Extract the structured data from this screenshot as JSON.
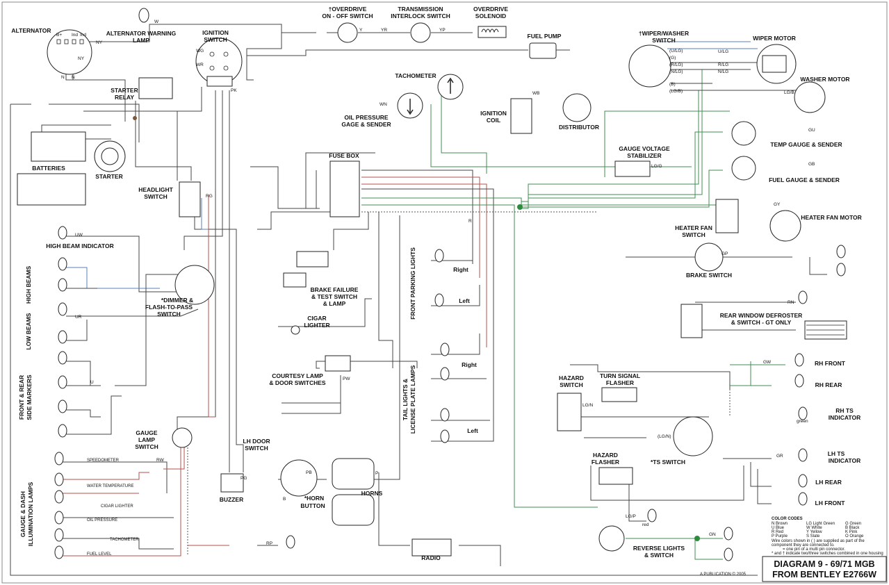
{
  "title": {
    "line1": "DIAGRAM 9 - 69/71 MGB",
    "line2": "FROM BENTLEY E2766W"
  },
  "publication": "A    PUBLICATION  © 2005",
  "components": {
    "alternator": "ALTERNATOR",
    "alt_warning_1": "ALTERNATOR WARNING",
    "alt_warning_2": "LAMP",
    "ignition_switch_1": "IGNITION",
    "ignition_switch_2": "SWITCH",
    "overdrive_switch_1": "†OVERDRIVE",
    "overdrive_switch_2": "ON - OFF SWITCH",
    "trans_interlock_1": "TRANSMISSION",
    "trans_interlock_2": "INTERLOCK SWITCH",
    "overdrive_solenoid_1": "OVERDRIVE",
    "overdrive_solenoid_2": "SOLENOID",
    "fuel_pump": "FUEL PUMP",
    "wiper_switch_1": "†WIPER/WASHER",
    "wiper_switch_2": "SWITCH",
    "wiper_motor": "WIPER MOTOR",
    "washer_motor": "WASHER MOTOR",
    "starter_relay_1": "STARTER",
    "starter_relay_2": "RELAY",
    "tachometer": "TACHOMETER",
    "oil_pressure_1": "OIL PRESSURE",
    "oil_pressure_2": "GAGE & SENDER",
    "ignition_coil_1": "IGNITION",
    "ignition_coil_2": "COIL",
    "distributor": "DISTRIBUTOR",
    "batteries": "BATTERIES",
    "starter": "STARTER",
    "fuse_box": "FUSE BOX",
    "temp_gauge": "TEMP GAUGE & SENDER",
    "gauge_stabilizer_1": "GAUGE VOLTAGE",
    "gauge_stabilizer_2": "STABILIZER",
    "fuel_gauge": "FUEL GAUGE & SENDER",
    "headlight_switch_1": "HEADLIGHT",
    "headlight_switch_2": "SWITCH",
    "heater_fan_motor": "HEATER FAN MOTOR",
    "heater_fan_switch_1": "HEATER FAN",
    "heater_fan_switch_2": "SWITCH",
    "high_beam_indicator": "HIGH BEAM INDICATOR",
    "front_parking_lights": "FRONT PARKING LIGHTS",
    "brake_switch": "BRAKE SWITCH",
    "high_beams": "HIGH BEAMS",
    "dimmer_1": "*DIMMER &",
    "dimmer_2": "FLASH-TO-PASS",
    "dimmer_3": "SWITCH",
    "brake_failure_1": "BRAKE FAILURE",
    "brake_failure_2": "& TEST SWITCH",
    "brake_failure_3": "& LAMP",
    "rear_defroster_1": "REAR WINDOW DEFROSTER",
    "rear_defroster_2": "& SWITCH - GT ONLY",
    "low_beams": "LOW BEAMS",
    "cigar_lighter_1": "CIGAR",
    "cigar_lighter_2": "LIGHTER",
    "courtesy_lamp_1": "COURTESY LAMP",
    "courtesy_lamp_2": "& DOOR SWITCHES",
    "tail_lights_1": "TAIL LIGHTS &",
    "tail_lights_2": "LICENSE PLATE LAMPS",
    "hazard_switch_1": "HAZARD",
    "hazard_switch_2": "SWITCH",
    "turn_flasher_1": "TURN SIGNAL",
    "turn_flasher_2": "FLASHER",
    "rh_front": "RH FRONT",
    "rh_rear": "RH REAR",
    "rh_ts_1": "RH TS",
    "rh_ts_2": "INDICATOR",
    "side_markers_1": "FRONT & REAR",
    "side_markers_2": "SIDE MARKERS",
    "gauge_lamp_1": "GAUGE",
    "gauge_lamp_2": "LAMP",
    "gauge_lamp_3": "SWITCH",
    "lh_door_1": "LH DOOR",
    "lh_door_2": "SWITCH",
    "ts_switch": "*TS SWITCH",
    "lh_ts_1": "LH TS",
    "lh_ts_2": "INDICATOR",
    "hazard_flasher_1": "HAZARD",
    "hazard_flasher_2": "FLASHER",
    "gauge_dash_1": "GAUGE & DASH",
    "gauge_dash_2": "ILLUMINATION LAMPS",
    "buzzer": "BUZZER",
    "horn_button_1": "*HORN",
    "horn_button_2": "BUTTON",
    "horns": "HORNS",
    "lh_rear": "LH REAR",
    "lh_front": "LH FRONT",
    "radio": "RADIO",
    "reverse_lights_1": "REVERSE LIGHTS",
    "reverse_lights_2": "& SWITCH",
    "right_1": "Right",
    "left_1": "Left",
    "right_2": "Right",
    "left_2": "Left",
    "speedometer": "SPEEDOMETER",
    "water_temp": "WATER TEMPERATURE",
    "cigar_lighter_lamp": "CIGAR LIGHTER",
    "oil_pressure_lamp": "OIL PRESSURE",
    "tachometer_lamp": "TACHOMETER",
    "fuel_level": "FUEL LEVEL"
  },
  "color_codes": {
    "title": "COLOR CODES",
    "col1": [
      "N   Brown",
      "U   Blue",
      "R   Red",
      "P   Purple"
    ],
    "col2": [
      "LG  Light Green",
      "W   White",
      "Y   Yellow",
      "S   Slate"
    ],
    "col3": [
      "G   Green",
      "B   Black",
      "K   Pink",
      "O   Orange"
    ],
    "note1": "Wire colors shown in ( ) are supplied as part of the",
    "note2": "component they are connected to.",
    "note3": "= one pin of a multi pin connector.",
    "note4": "* and † indicate two/three switches combined in one housing"
  },
  "wire_labels": {
    "w1": "W",
    "ny": "NY",
    "nn1": "N",
    "nn2": "N",
    "b_plus": "B+",
    "ind1": "Ind",
    "ind2": "Ind",
    "ny2": "NY",
    "wr": "WR",
    "wg": "WG",
    "pk": "PK",
    "yr": "YR",
    "yp": "YP",
    "y": "Y",
    "ul_g": "(U/LG)",
    "g_1": "(G)",
    "rl_g": "(R/LG)",
    "nl_g": "(N/LG)",
    "b_1": "(B)",
    "lg_b": "(LG/B)",
    "lg_b2": "LG/B",
    "u_lg": "U/LG",
    "r_lg": "R/LG",
    "n_lg": "N/LG",
    "g_w": "G",
    "wn": "WN",
    "wb": "WB",
    "gu": "GU",
    "gb": "GB",
    "lg_g": "LG/G",
    "gy": "GY",
    "gp": "GP",
    "uw": "UW",
    "ur": "UR",
    "u": "U",
    "rg": "RG",
    "rw": "RW",
    "rp": "RP",
    "pw": "PW",
    "pg": "PG",
    "pb": "PB",
    "rn": "RN",
    "gr": "GR",
    "gw": "GW",
    "lg_n": "LG/N",
    "lgn2": "(LG/N)",
    "gn": "GN",
    "p": "P",
    "r": "R",
    "b": "B",
    "lg_p": "LG/P",
    "red": "red",
    "green": "green"
  }
}
